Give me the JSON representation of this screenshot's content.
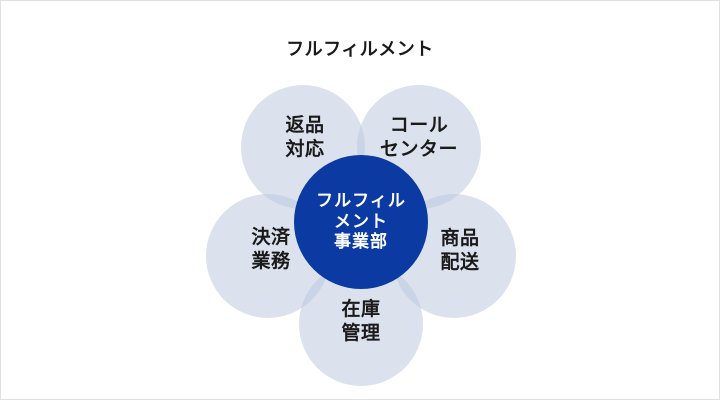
{
  "title": "フルフィルメント",
  "diagram": {
    "center": {
      "lines": [
        "フルフィル",
        "メント",
        "事業部"
      ],
      "full_label": "フルフィルメント事業部",
      "fill_color": "#0b3aa3",
      "text_color": "#ffffff"
    },
    "petals": [
      {
        "id": "returns",
        "position": "top-left",
        "lines": [
          "返品",
          "対応"
        ],
        "full_label": "返品対応"
      },
      {
        "id": "call-center",
        "position": "top-right",
        "lines": [
          "コール",
          "センター"
        ],
        "full_label": "コールセンター"
      },
      {
        "id": "product-delivery",
        "position": "right",
        "lines": [
          "商品",
          "配送"
        ],
        "full_label": "商品配送"
      },
      {
        "id": "inventory",
        "position": "bottom",
        "lines": [
          "在庫",
          "管理"
        ],
        "full_label": "在庫管理"
      },
      {
        "id": "payments",
        "position": "left",
        "lines": [
          "決済",
          "業務"
        ],
        "full_label": "決済業務"
      }
    ],
    "petal_fill_color": "#dbe3ee",
    "petal_overlap_color": "#c9d4e6",
    "text_color": "#1a1a1a",
    "background_color": "#ffffff",
    "border_color": "#e0e0e0"
  }
}
